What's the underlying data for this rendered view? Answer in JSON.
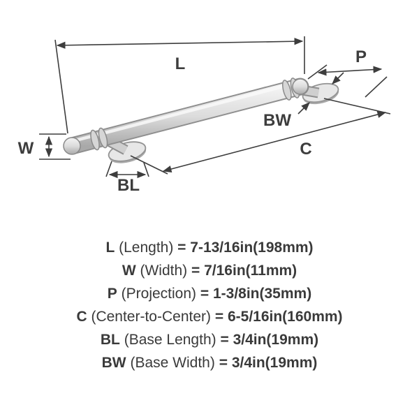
{
  "colors": {
    "background": "#ffffff",
    "ink": "#3d3d3d",
    "metal_light": "#e7e7e7",
    "metal_dark": "#8f8f8f"
  },
  "diagram": {
    "dim_labels": {
      "length": "L",
      "width": "W",
      "projection": "P",
      "base_width": "BW",
      "center_to_center": "C",
      "base_length": "BL"
    }
  },
  "specs": [
    {
      "abbr": "L",
      "name": "(Length)",
      "eq": "=",
      "value": "7-13/16in(198mm)"
    },
    {
      "abbr": "W",
      "name": "(Width)",
      "eq": "=",
      "value": "7/16in(11mm)"
    },
    {
      "abbr": "P",
      "name": "(Projection)",
      "eq": "=",
      "value": "1-3/8in(35mm)"
    },
    {
      "abbr": "C",
      "name": "(Center-to-Center)",
      "eq": "=",
      "value": "6-5/16in(160mm)"
    },
    {
      "abbr": "BL",
      "name": "(Base Length)",
      "eq": "=",
      "value": "3/4in(19mm)"
    },
    {
      "abbr": "BW",
      "name": "(Base Width)",
      "eq": "=",
      "value": "3/4in(19mm)"
    }
  ]
}
